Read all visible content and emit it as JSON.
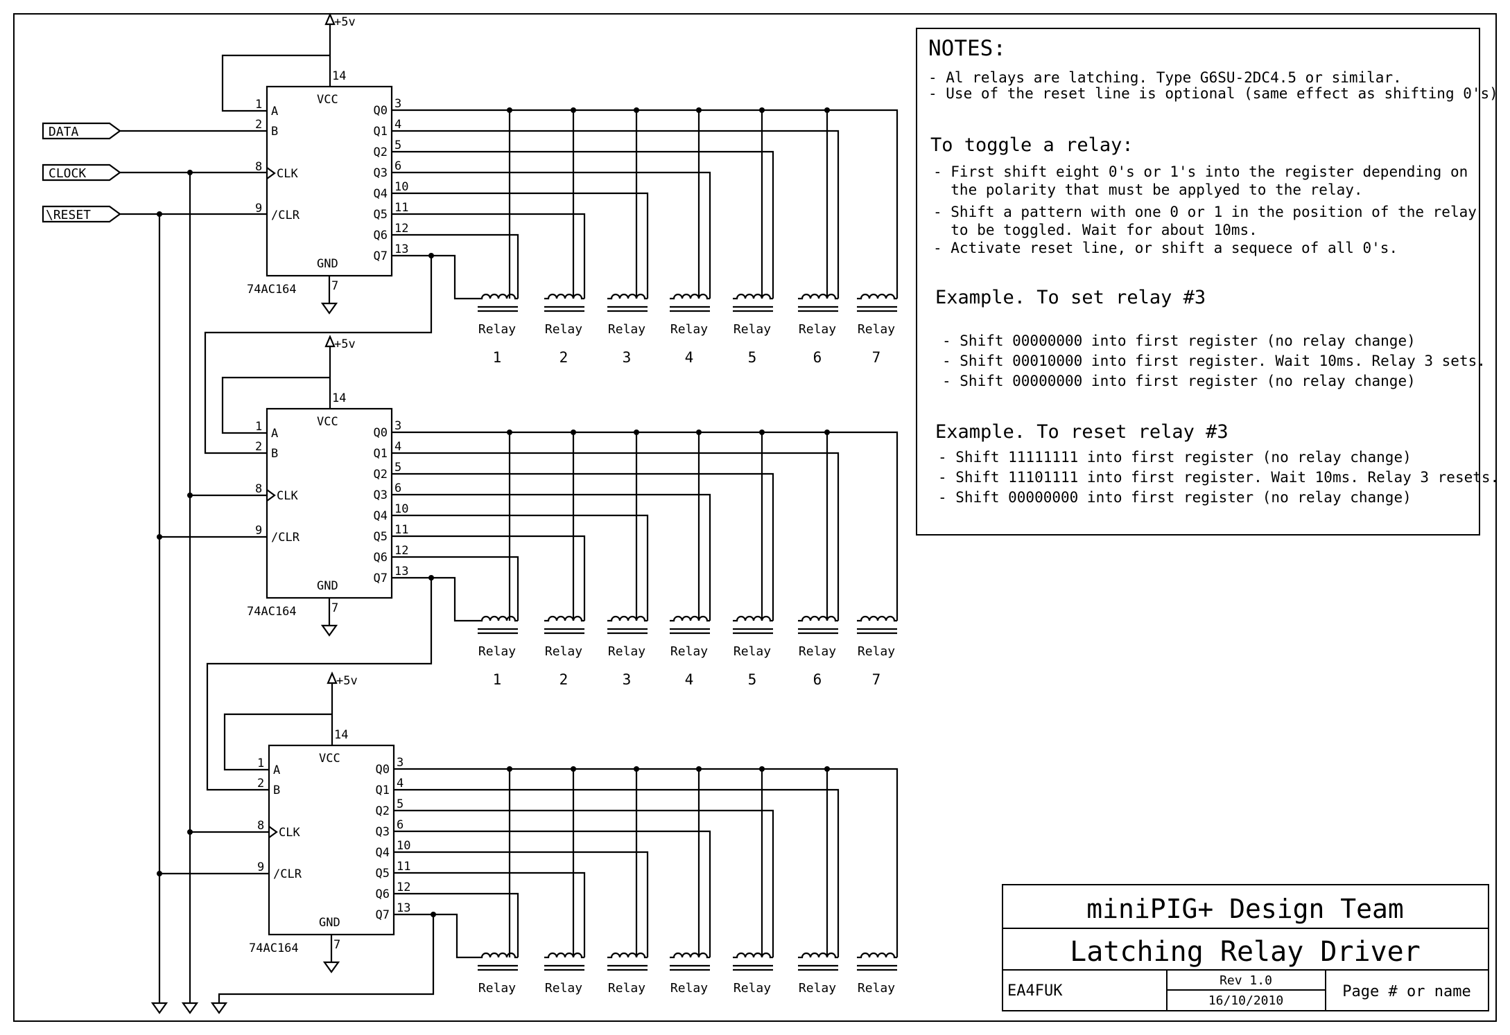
{
  "power_label": "+5v",
  "ports": {
    "data": "DATA",
    "clock": "CLOCK",
    "reset": "\\RESET"
  },
  "chip": {
    "part": "74AC164",
    "vcc": "VCC",
    "gnd": "GND",
    "pin_a": "A",
    "pin_b": "B",
    "pin_clk": "CLK",
    "pin_clr": "/CLR",
    "outputs": [
      "Q0",
      "Q1",
      "Q2",
      "Q3",
      "Q4",
      "Q5",
      "Q6",
      "Q7"
    ],
    "pin_numbers": {
      "a": "1",
      "b": "2",
      "clk": "8",
      "clr": "9",
      "vcc": "14",
      "gnd": "7",
      "outputs": [
        "3",
        "4",
        "5",
        "6",
        "10",
        "11",
        "12",
        "13"
      ]
    }
  },
  "relay_label": "Relay",
  "relay_numbers": [
    "7",
    "6",
    "5",
    "4",
    "3",
    "2",
    "1"
  ],
  "notes": {
    "title": "NOTES:",
    "general": [
      "- Al relays are latching. Type G6SU-2DC4.5 or similar.",
      "- Use of the reset line is optional (same effect as shifting 0's)"
    ],
    "toggle_heading": "To toggle a relay:",
    "toggle_lines": [
      "- First shift eight 0's or 1's into the register depending on",
      "  the polarity that must be applyed to the relay.",
      "- Shift a pattern with one 0 or 1 in the position of the relay",
      "  to be toggled. Wait for about 10ms.",
      "- Activate reset line, or shift a sequece of all 0's."
    ],
    "set_heading": "Example. To set relay #3",
    "set_lines": [
      "- Shift 00000000 into first register (no relay change)",
      "- Shift 00010000 into first register. Wait 10ms. Relay 3 sets.",
      "- Shift 00000000 into first register (no relay change)"
    ],
    "reset_heading": "Example. To reset relay #3",
    "reset_lines": [
      "- Shift 11111111 into first register (no relay change)",
      "- Shift 11101111 into first register. Wait 10ms. Relay 3 resets.",
      "- Shift 00000000 into first register (no relay change)"
    ]
  },
  "title_block": {
    "team": "miniPIG+ Design Team",
    "title": "Latching Relay Driver",
    "author": "EA4FUK",
    "revision": "Rev 1.0",
    "date": "16/10/2010",
    "page": "Page # or name"
  }
}
